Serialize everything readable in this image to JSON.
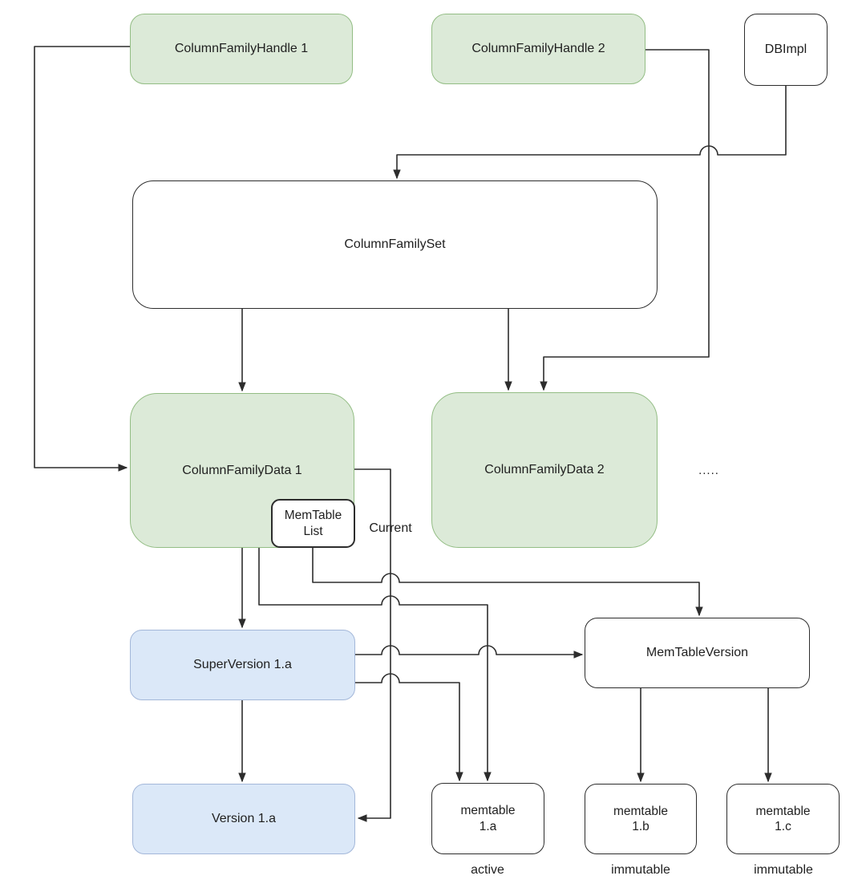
{
  "diagram": {
    "title_hint": "RocksDB column family object relationships",
    "colors": {
      "green_fill": "#dcead8",
      "green_stroke": "#93bd84",
      "blue_fill": "#dbe8f8",
      "blue_stroke": "#a3b7d9",
      "plain_stroke": "#2d2d2d",
      "connector": "#2d2d2d",
      "background": "#ffffff"
    },
    "nodes": {
      "cfh1": {
        "label": "ColumnFamilyHandle 1"
      },
      "cfh2": {
        "label": "ColumnFamilyHandle 2"
      },
      "dbimpl": {
        "label": "DBImpl"
      },
      "cfset": {
        "label": "ColumnFamilySet"
      },
      "cfd1": {
        "label": "ColumnFamilyData 1"
      },
      "memtable_list": {
        "label": "MemTable\nList"
      },
      "cfd2": {
        "label": "ColumnFamilyData 2"
      },
      "superversion": {
        "label": "SuperVersion 1.a"
      },
      "memtableversion": {
        "label": "MemTableVersion"
      },
      "version": {
        "label": "Version 1.a"
      },
      "memtable_a": {
        "label": "memtable\n1.a"
      },
      "memtable_b": {
        "label": "memtable\n1.b"
      },
      "memtable_c": {
        "label": "memtable\n1.c"
      }
    },
    "annotations": {
      "current": "Current",
      "ellipsis": ".....",
      "active": "active",
      "immutable_b": "immutable",
      "immutable_c": "immutable"
    }
  }
}
